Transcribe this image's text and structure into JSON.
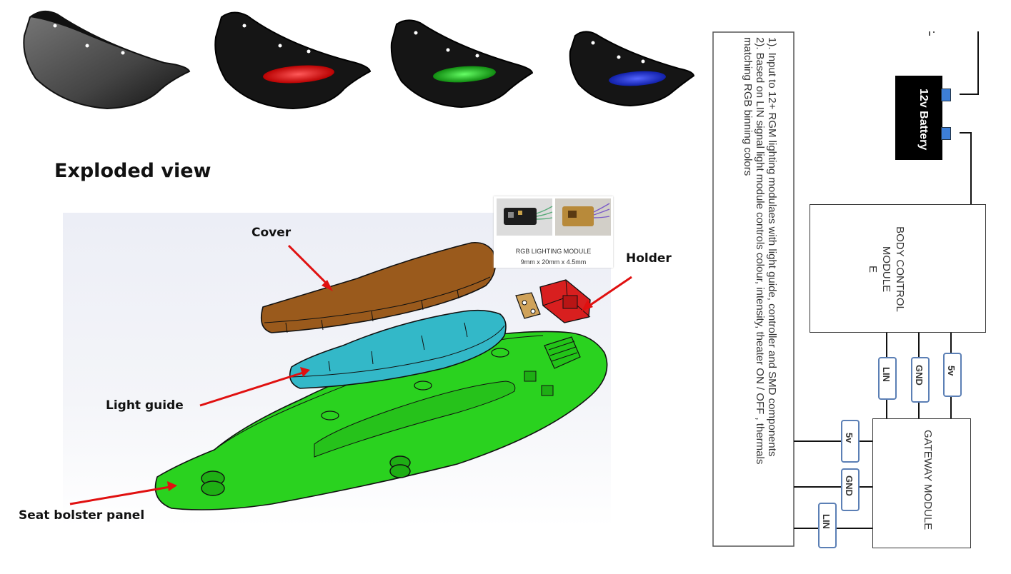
{
  "title": "Exploded view",
  "labels": {
    "cover": "Cover",
    "holder": "Holder",
    "light_guide": "Light guide",
    "seat_bolster_panel": "Seat bolster panel"
  },
  "module_card": {
    "title": "RGB LIGHTING MODULE",
    "dimensions": "9mm x 20mm x 4.5mm"
  },
  "diagram": {
    "notes": [
      "1). Input to 12+ RGM lighting modulaes with light guide, controller and SMD components",
      "2). Based on LIN signal light module controls colour, intensity, theater ON / OFF , thermals",
      "matching RGB binning colors"
    ],
    "battery": "12v Battery",
    "bcm_line1": "BODY CONTROL",
    "bcm_line2": "MODULE",
    "bcm_line3": "E",
    "gateway": "GATEWAY MODULE",
    "pins_bcm": [
      "LIN",
      "GND",
      "5v"
    ],
    "pins_gateway": [
      "5v",
      "GND",
      "LIN"
    ]
  },
  "colors": {
    "red": "#ff1a1a",
    "green": "#22dd33",
    "blue": "#2233ff",
    "panel_green": "#2ad21f",
    "light_guide_cyan": "#33b8c8",
    "cover_brown": "#9a5a1c",
    "holder_red": "#d81f1f",
    "arrow_red": "#e01010",
    "pin_blue": "#5b7fb5"
  }
}
